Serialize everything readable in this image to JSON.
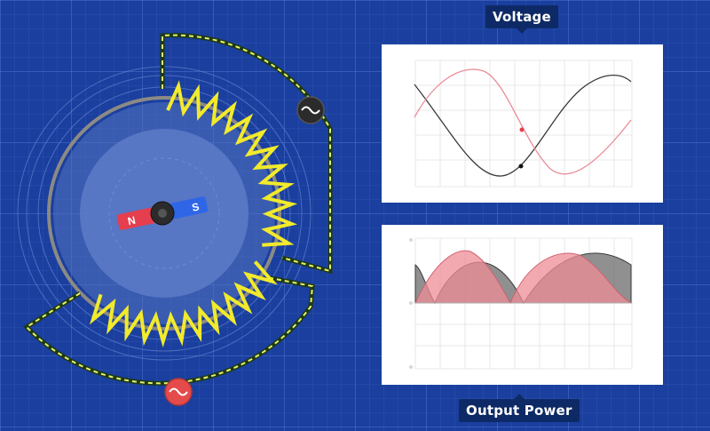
{
  "labels": {
    "voltage": "Voltage",
    "output_power": "Output Power"
  },
  "magnet": {
    "north": "N",
    "south": "S"
  },
  "sources": [
    {
      "icon": "ac-source-icon",
      "color": "#2b2b2b"
    },
    {
      "icon": "ac-source-icon",
      "color": "#e54b4b"
    }
  ],
  "colors": {
    "background": "#1a3f9e",
    "coil": "#f2ea2b",
    "wire_black": "#333333",
    "wire_red": "#e88f9b",
    "magnet_north": "#e53e4e",
    "magnet_south": "#2f66e8"
  }
}
